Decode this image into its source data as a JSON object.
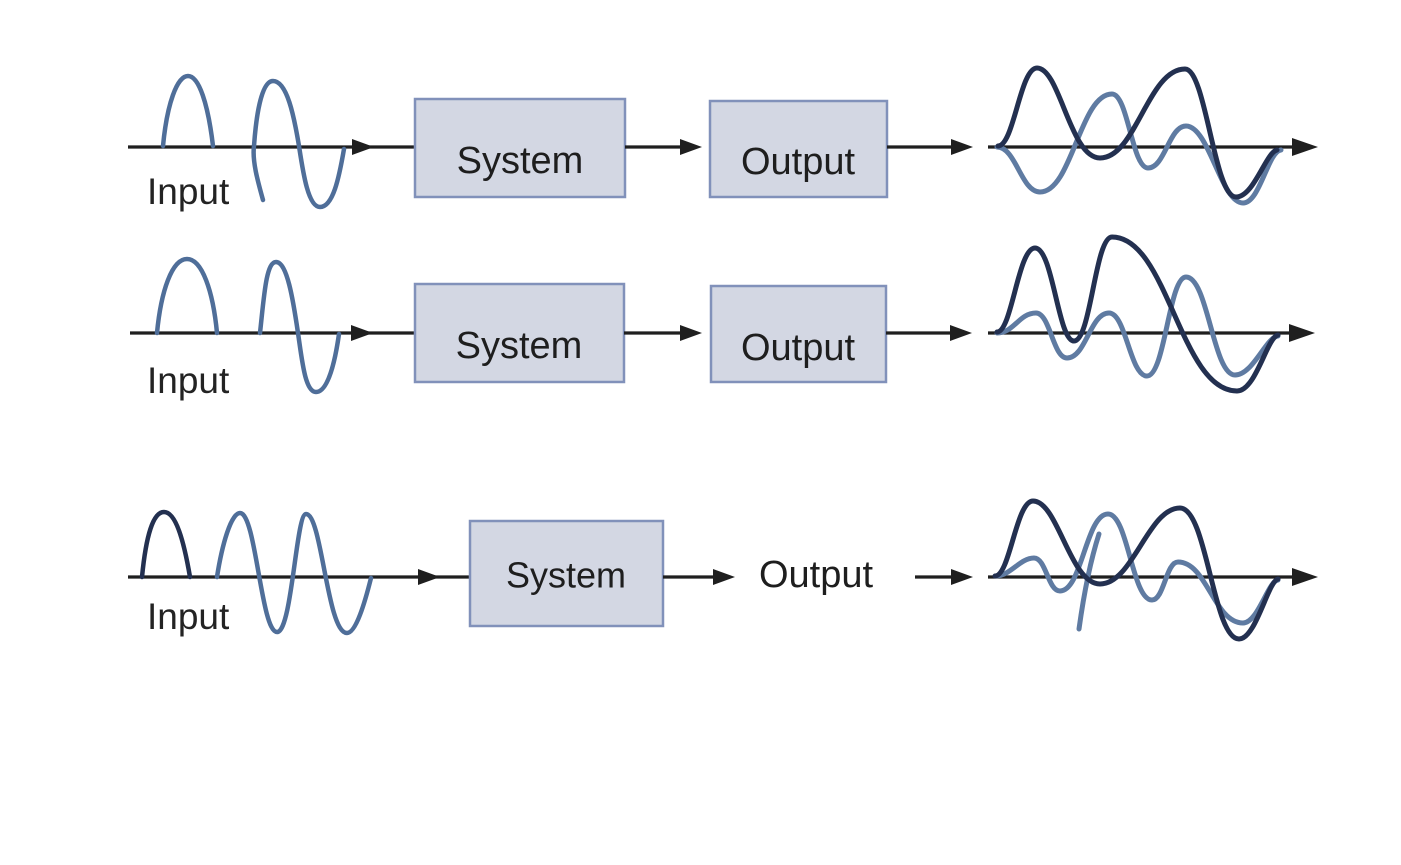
{
  "figure": {
    "background": "#ffffff",
    "colors": {
      "wave_dark": "#233050",
      "wave_light_out": "#5f7ba2",
      "wave_input": "#4f6e99",
      "box_fill": "#d3d7e3",
      "box_border": "#8191ba",
      "line": "#1f1f1f",
      "text": "#232323"
    },
    "rows": [
      {
        "input_label": "Input",
        "system_label": "System",
        "output_label": "Output"
      },
      {
        "input_label": "Input",
        "system_label": "System",
        "output_label": "Output"
      },
      {
        "input_label": "Input",
        "system_label": "System",
        "output_label": "Output"
      }
    ]
  }
}
